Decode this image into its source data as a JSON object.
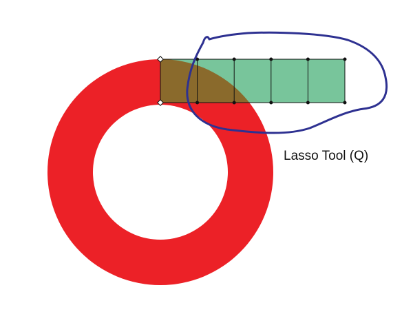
{
  "annotation": {
    "label": "Lasso Tool (Q)"
  },
  "colors": {
    "ring": "#ec2127",
    "cells": "#78c59b",
    "overlap": "#8a6a2c",
    "lasso": "#2e3191",
    "grid_line": "#111111",
    "background": "#ffffff"
  },
  "grid": {
    "columns": 5,
    "rows": 1
  }
}
